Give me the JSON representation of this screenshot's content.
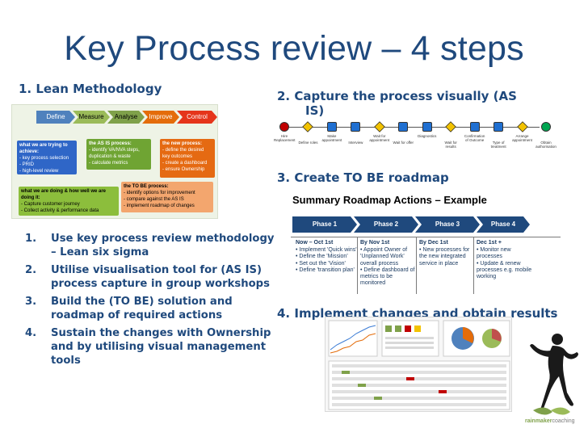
{
  "title": "Key Process review – 4 steps",
  "sections": {
    "s1": "1. Lean Methodology",
    "s2_line1": "2. Capture the process visually (AS",
    "s2_line2": "IS)",
    "s3": "3. Create TO BE roadmap",
    "s4": "4. Implement changes and obtain results"
  },
  "lean": {
    "phases": [
      "Define",
      "Measure",
      "Analyse",
      "Improve",
      "Control"
    ],
    "boxes": {
      "blue": {
        "head": "what we are trying to achieve:",
        "items": [
          "- key process selection",
          "- PRID",
          "- high-level review"
        ]
      },
      "green1": {
        "head": "the AS IS process:",
        "items": [
          "- identify VA/NVA steps, duplication & waste",
          "- calculate metrics"
        ]
      },
      "orange": {
        "head": "the new process:",
        "items": [
          "- define the desired key outcomes",
          "- create a dashboard",
          "- ensure Ownership"
        ]
      },
      "green2": {
        "head": "what we are doing & how well we are doing it:",
        "items": [
          "- Capture customer journey",
          "- Collect activity & performance data"
        ]
      },
      "peach": {
        "head": "the TO BE process:",
        "items": [
          "- identify options for improvement",
          "- compare against the AS IS",
          "- implement roadmap of changes"
        ]
      }
    }
  },
  "steps": [
    {
      "num": "1.",
      "text": "Use key process review methodology – Lean six sigma"
    },
    {
      "num": "2.",
      "text": "Utilise visualisation tool for (AS IS) process capture in group workshops"
    },
    {
      "num": "3.",
      "text": "Build the (TO BE) solution and roadmap of required actions"
    },
    {
      "num": "4.",
      "text": "Sustain the changes with Ownership and by utilising visual management tools"
    }
  ],
  "process_map": {
    "labels": [
      "Hire Replacement",
      "Define roles",
      "Make appointment",
      "Interview",
      "Wait for appointment",
      "Wait for offer",
      "Diagnostics",
      "Wait for results",
      "Confirmation of Outcome",
      "Type of treatment",
      "Arrange appointment",
      "Obtain authorisation"
    ],
    "colors": {
      "stop": "#c00000",
      "start": "#00a651",
      "decision": "#f2c200",
      "process": "#1f6fd1"
    }
  },
  "roadmap": {
    "title": "Summary Roadmap Actions – Example",
    "phases": [
      "Phase 1",
      "Phase 2",
      "Phase 3",
      "Phase 4"
    ],
    "columns": [
      {
        "head": "Now – Oct 1st",
        "items": [
          "Implement 'Quick wins'",
          "Define the 'Mission'",
          "Set out the 'Vision'",
          "Define 'transition plan'"
        ]
      },
      {
        "head": "By Nov 1st",
        "items": [
          "Appoint Owner of 'Unplanned Work' overall process",
          "Define dashboard of metrics to be monitored"
        ]
      },
      {
        "head": "By Dec 1st",
        "items": [
          "New processes for the new integrated service in place"
        ]
      },
      {
        "head": "Dec 1st +",
        "items": [
          "Monitor new processes",
          "Update & renew processes e.g. mobile working"
        ]
      }
    ],
    "phase_color": "#1f497d"
  },
  "logo": {
    "name_a": "rainmaker",
    "name_b": "coaching"
  }
}
